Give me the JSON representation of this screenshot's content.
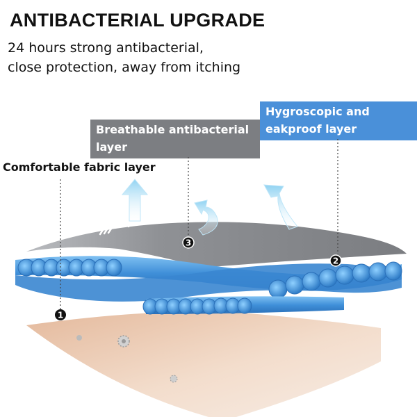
{
  "header": {
    "title": "ANTIBACTERIAL UPGRADE",
    "subtitle_line1": "24 hours strong antibacterial,",
    "subtitle_line2": "close protection, away from itching"
  },
  "layers": [
    {
      "number": "1",
      "label": "Comfortable fabric layer"
    },
    {
      "number": "2",
      "label_line1": "Hygroscopic and",
      "label_line2": "eakproof layer"
    },
    {
      "number": "3",
      "label_line1": "Breathable antibacterial",
      "label_line2": "layer"
    }
  ],
  "colors": {
    "gray_box": "#7c7e82",
    "blue_box": "#4a90d9",
    "fiber_blue": "#3f8fd8",
    "skin": "#e9c6ae",
    "arrow": "#a9dcf5"
  }
}
